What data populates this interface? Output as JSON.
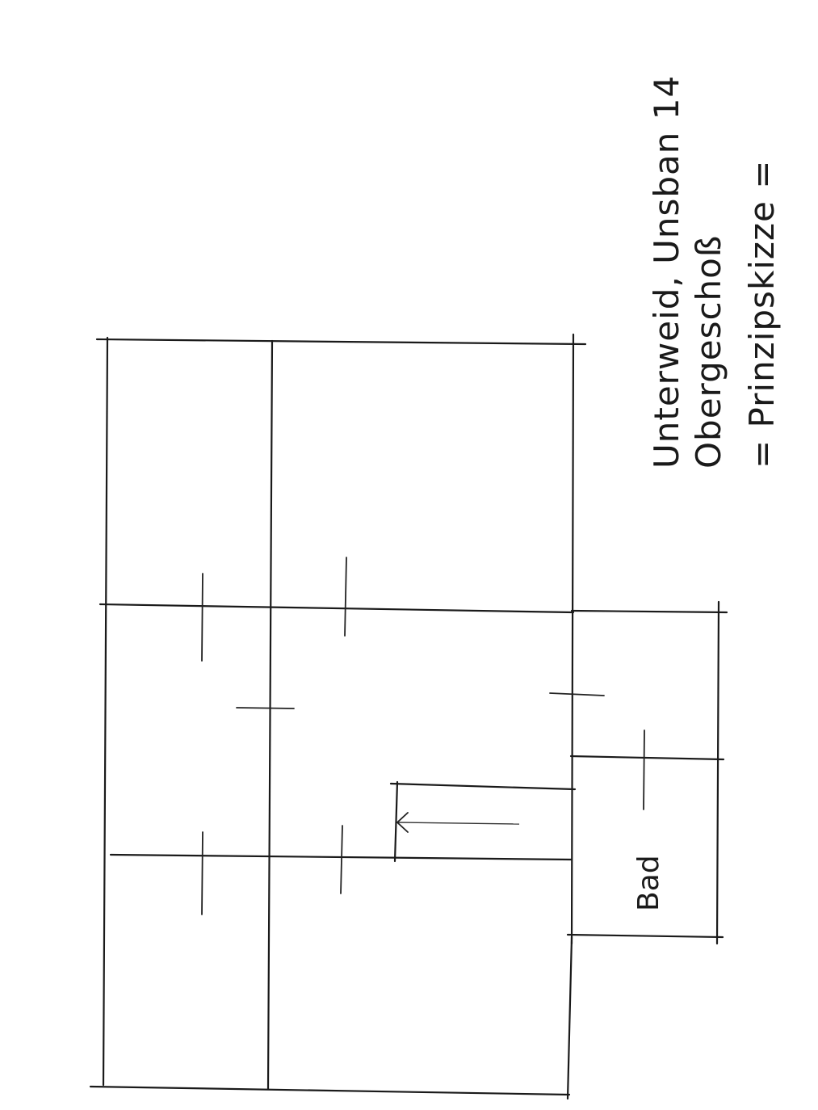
{
  "labels": {
    "room_bath": "Bad"
  },
  "title": {
    "line1": "Unterweid, Unsban 14",
    "line2": "Obergeschoß",
    "line3": "= Prinzipskizze ="
  },
  "colors": {
    "ink": "#1a1a1a",
    "paper": "#ffffff"
  }
}
